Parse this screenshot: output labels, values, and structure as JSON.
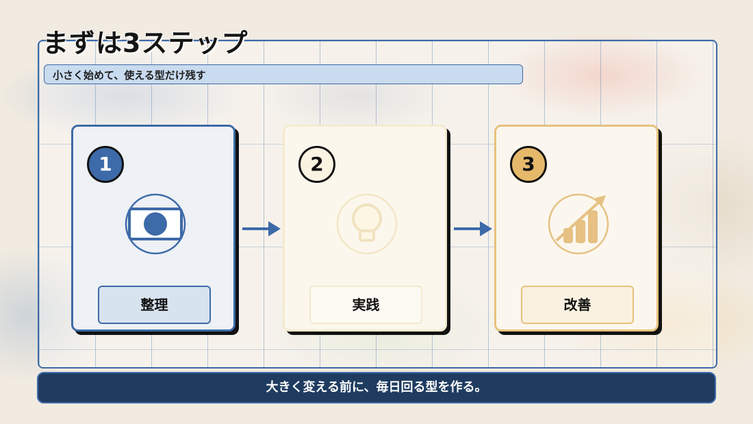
{
  "title": "まずは3ステップ",
  "subtitle": "小さく始めて、使える型だけ残す",
  "steps": [
    {
      "number": "1",
      "label": "整理",
      "icon": "id-card-icon"
    },
    {
      "number": "2",
      "label": "実践",
      "icon": "lightbulb-icon"
    },
    {
      "number": "3",
      "label": "改善",
      "icon": "growth-chart-icon"
    }
  ],
  "footer": "大きく変える前に、毎日回る型を作る。",
  "colors": {
    "navy": "#1f3c60",
    "blue": "#3d6aa8",
    "cream": "#fbf3e2",
    "gold": "#e6b86a"
  }
}
